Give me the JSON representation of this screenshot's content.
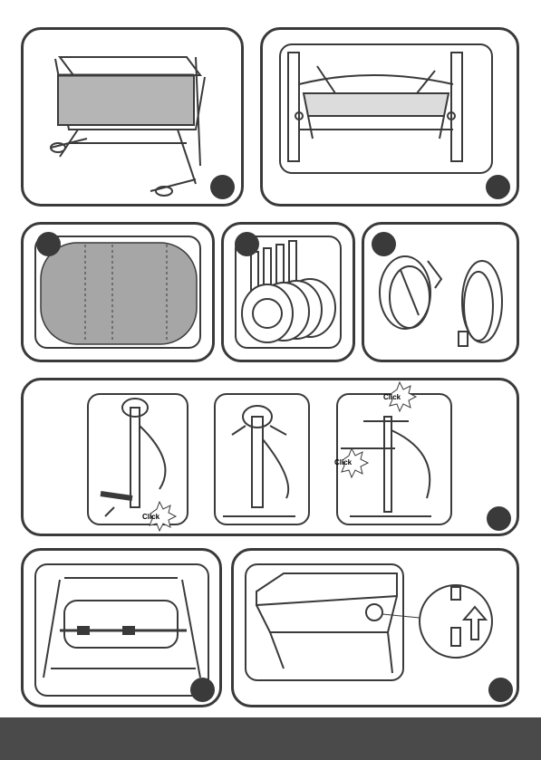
{
  "colors": {
    "line": "#3a3a3a",
    "fabric": "#a9a9a9",
    "mattress": "#a6a6a6",
    "footer": "#4a4a4a"
  },
  "callouts": {
    "click_1": "Click",
    "click_2": "Click",
    "click_3": "Click"
  },
  "icons": {
    "arrow_up": "arrow-up-icon",
    "magnifier": "magnifier-callout"
  }
}
